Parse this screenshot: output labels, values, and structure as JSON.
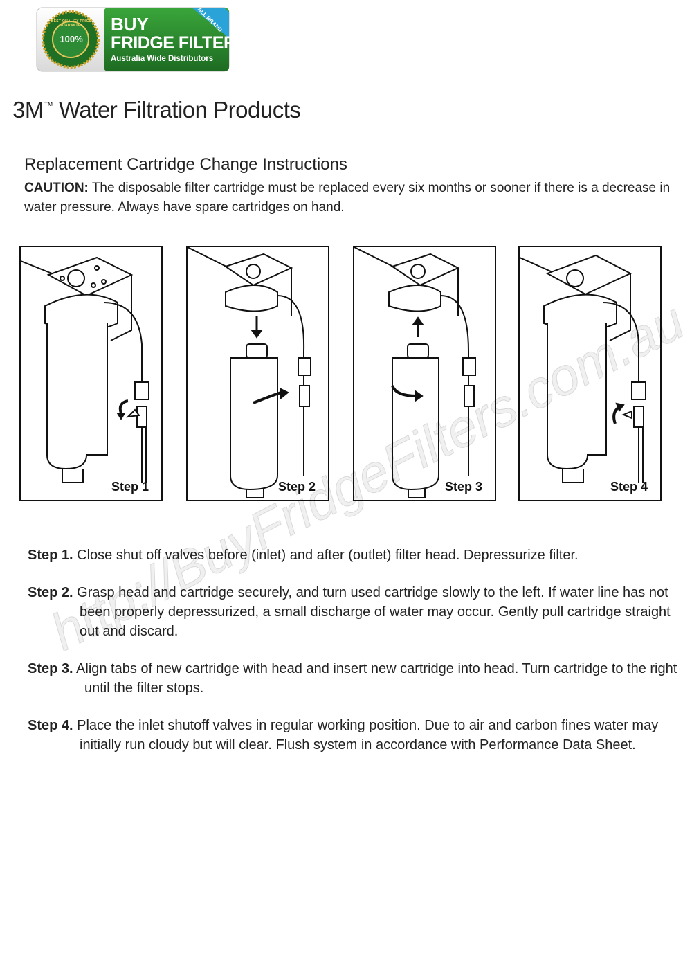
{
  "logo": {
    "seal_text": "BEST QUALITY PRICE GUARANTEE",
    "seal_percent": "100%",
    "brand_line1": "BUY",
    "brand_line2": "FRIDGE FILTERS",
    "tagline": "Australia Wide Distributors",
    "ribbon": "ALL BRAND"
  },
  "page": {
    "title": "3M",
    "title_tm": "™",
    "title_rest": " Water Filtration Products",
    "subtitle": "Replacement Cartridge Change Instructions",
    "caution_label": "CAUTION:",
    "caution_text": " The disposable filter cartridge must be replaced every six months or sooner if there is a decrease in water pressure. Always have spare cartridges on hand."
  },
  "panels": [
    {
      "label": "Step 1"
    },
    {
      "label": "Step 2"
    },
    {
      "label": "Step 3"
    },
    {
      "label": "Step 4"
    }
  ],
  "steps": [
    {
      "label": "Step 1.",
      "text": " Close shut off valves before (inlet) and after (outlet) filter head. Depressurize filter."
    },
    {
      "label": "Step 2.",
      "text": " Grasp head and cartridge securely, and turn used cartridge slowly to the left. If water line has not been properly depressurized, a small discharge of water may occur. Gently pull cartridge straight out and discard."
    },
    {
      "label": "Step 3.",
      "text": " Align tabs of new cartridge with head and insert new cartridge into head. Turn cartridge to the right until the filter stops."
    },
    {
      "label": "Step 4.",
      "text": " Place the inlet shutoff valves in regular working position. Due to air and carbon fines water may initially run cloudy but will clear. Flush system in accordance with Performance Data Sheet."
    }
  ],
  "watermark": "http://BuyFridgeFilters.com.au",
  "colors": {
    "brand_green": "#2e7d32",
    "seal_gold": "#c9a227",
    "ribbon_blue": "#29a3d8"
  }
}
